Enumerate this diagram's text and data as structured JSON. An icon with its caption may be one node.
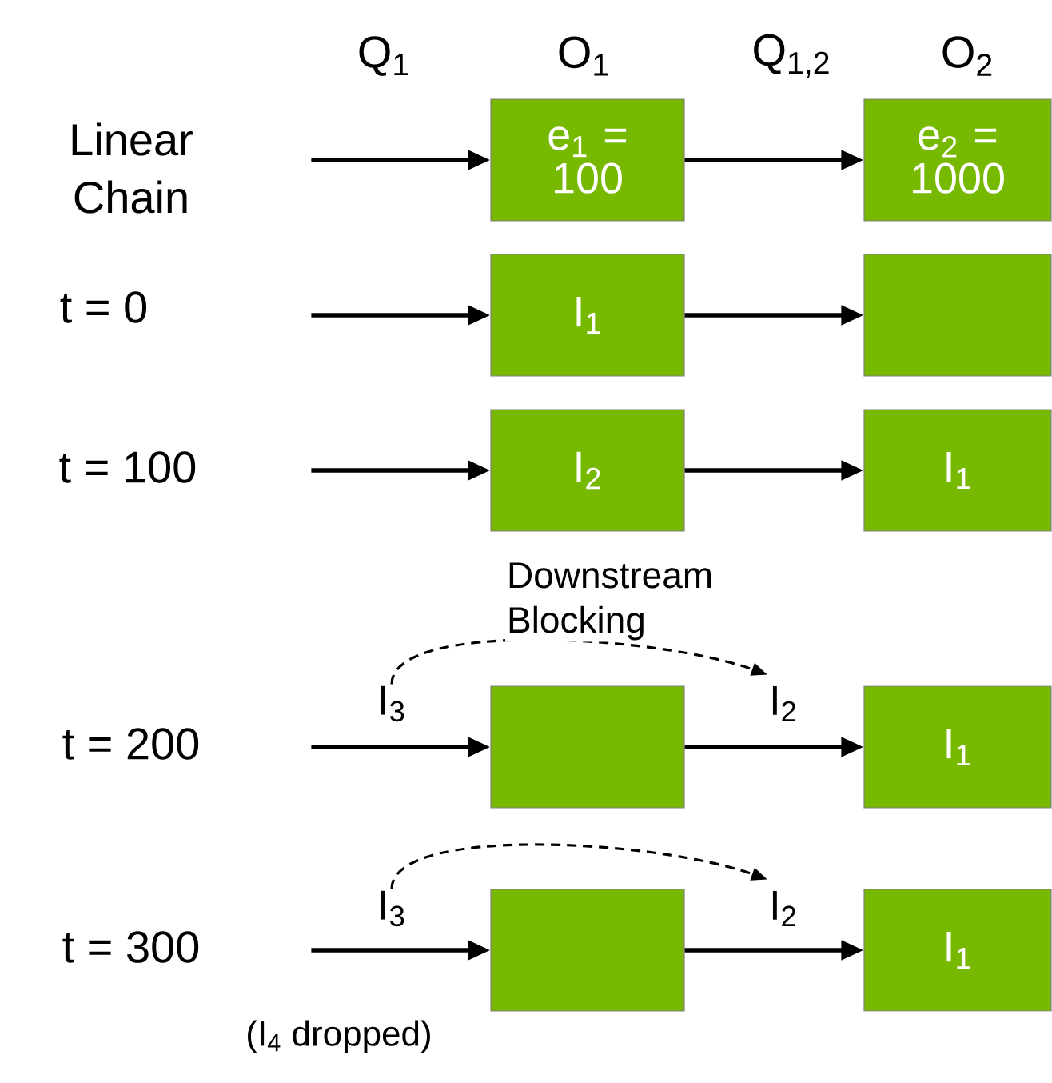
{
  "diagram": {
    "nodes": [
      {
        "text": [
          "e$_{1}$ = 100"
        ]
      },
      {
        "text": [
          "e$_{2}$ = 1000"
        ]
      },
      {
        "text": [
          "I$_{1}$"
        ]
      },
      {
        "text": [],
        "shape": "box"
      },
      {
        "text": [
          "I$_{2}$"
        ]
      },
      {
        "text": [
          "I$_{1}$"
        ]
      },
      {
        "text": [
          "I$_{3}$"
        ]
      },
      {
        "text": [],
        "shape": "box"
      },
      {
        "text": [
          "I$_{2}$"
        ]
      },
      {
        "text": [
          "I$_{1}$"
        ]
      },
      {
        "text": [
          "I$_{3}$"
        ]
      },
      {
        "text": [],
        "shape": "box"
      },
      {
        "text": [
          "I$_{2}$"
        ]
      },
      {
        "text": [
          "I$_{1}$"
        ]
      }
    ],
    "edges": [
      {
        "from": null,
        "to": 0,
        "arrow": "to"
      },
      {
        "from": 0,
        "to": 1,
        "arrow": "to"
      },
      {
        "from": null,
        "to": 2,
        "arrow": "to"
      },
      {
        "from": 2,
        "to": 3,
        "arrow": "to"
      },
      {
        "from": null,
        "to": 4,
        "arrow": "to"
      },
      {
        "from": 4,
        "to": 5,
        "arrow": "to"
      },
      {
        "from": 6,
        "to": 8,
        "arrow": "to",
        "style": "dashed",
        "label": "Downstream Blocking"
      },
      {
        "from": null,
        "to": 7,
        "arrow": "to"
      },
      {
        "from": 7,
        "to": 9,
        "arrow": "to"
      },
      {
        "from": 10,
        "to": 12,
        "arrow": "to",
        "style": "dashed"
      },
      {
        "from": null,
        "to": 11,
        "arrow": "to"
      },
      {
        "from": 11,
        "to": 13,
        "arrow": "to"
      }
    ],
    "labels": [
      "Q$_{1}$",
      "O$_{1}$",
      "Q$_{1,2}$",
      "O$_{2}$",
      "Linear Chain",
      "t = 0",
      "t = 100",
      "t = 200",
      "t = 300",
      "(I$_{4}$ dropped)"
    ]
  }
}
